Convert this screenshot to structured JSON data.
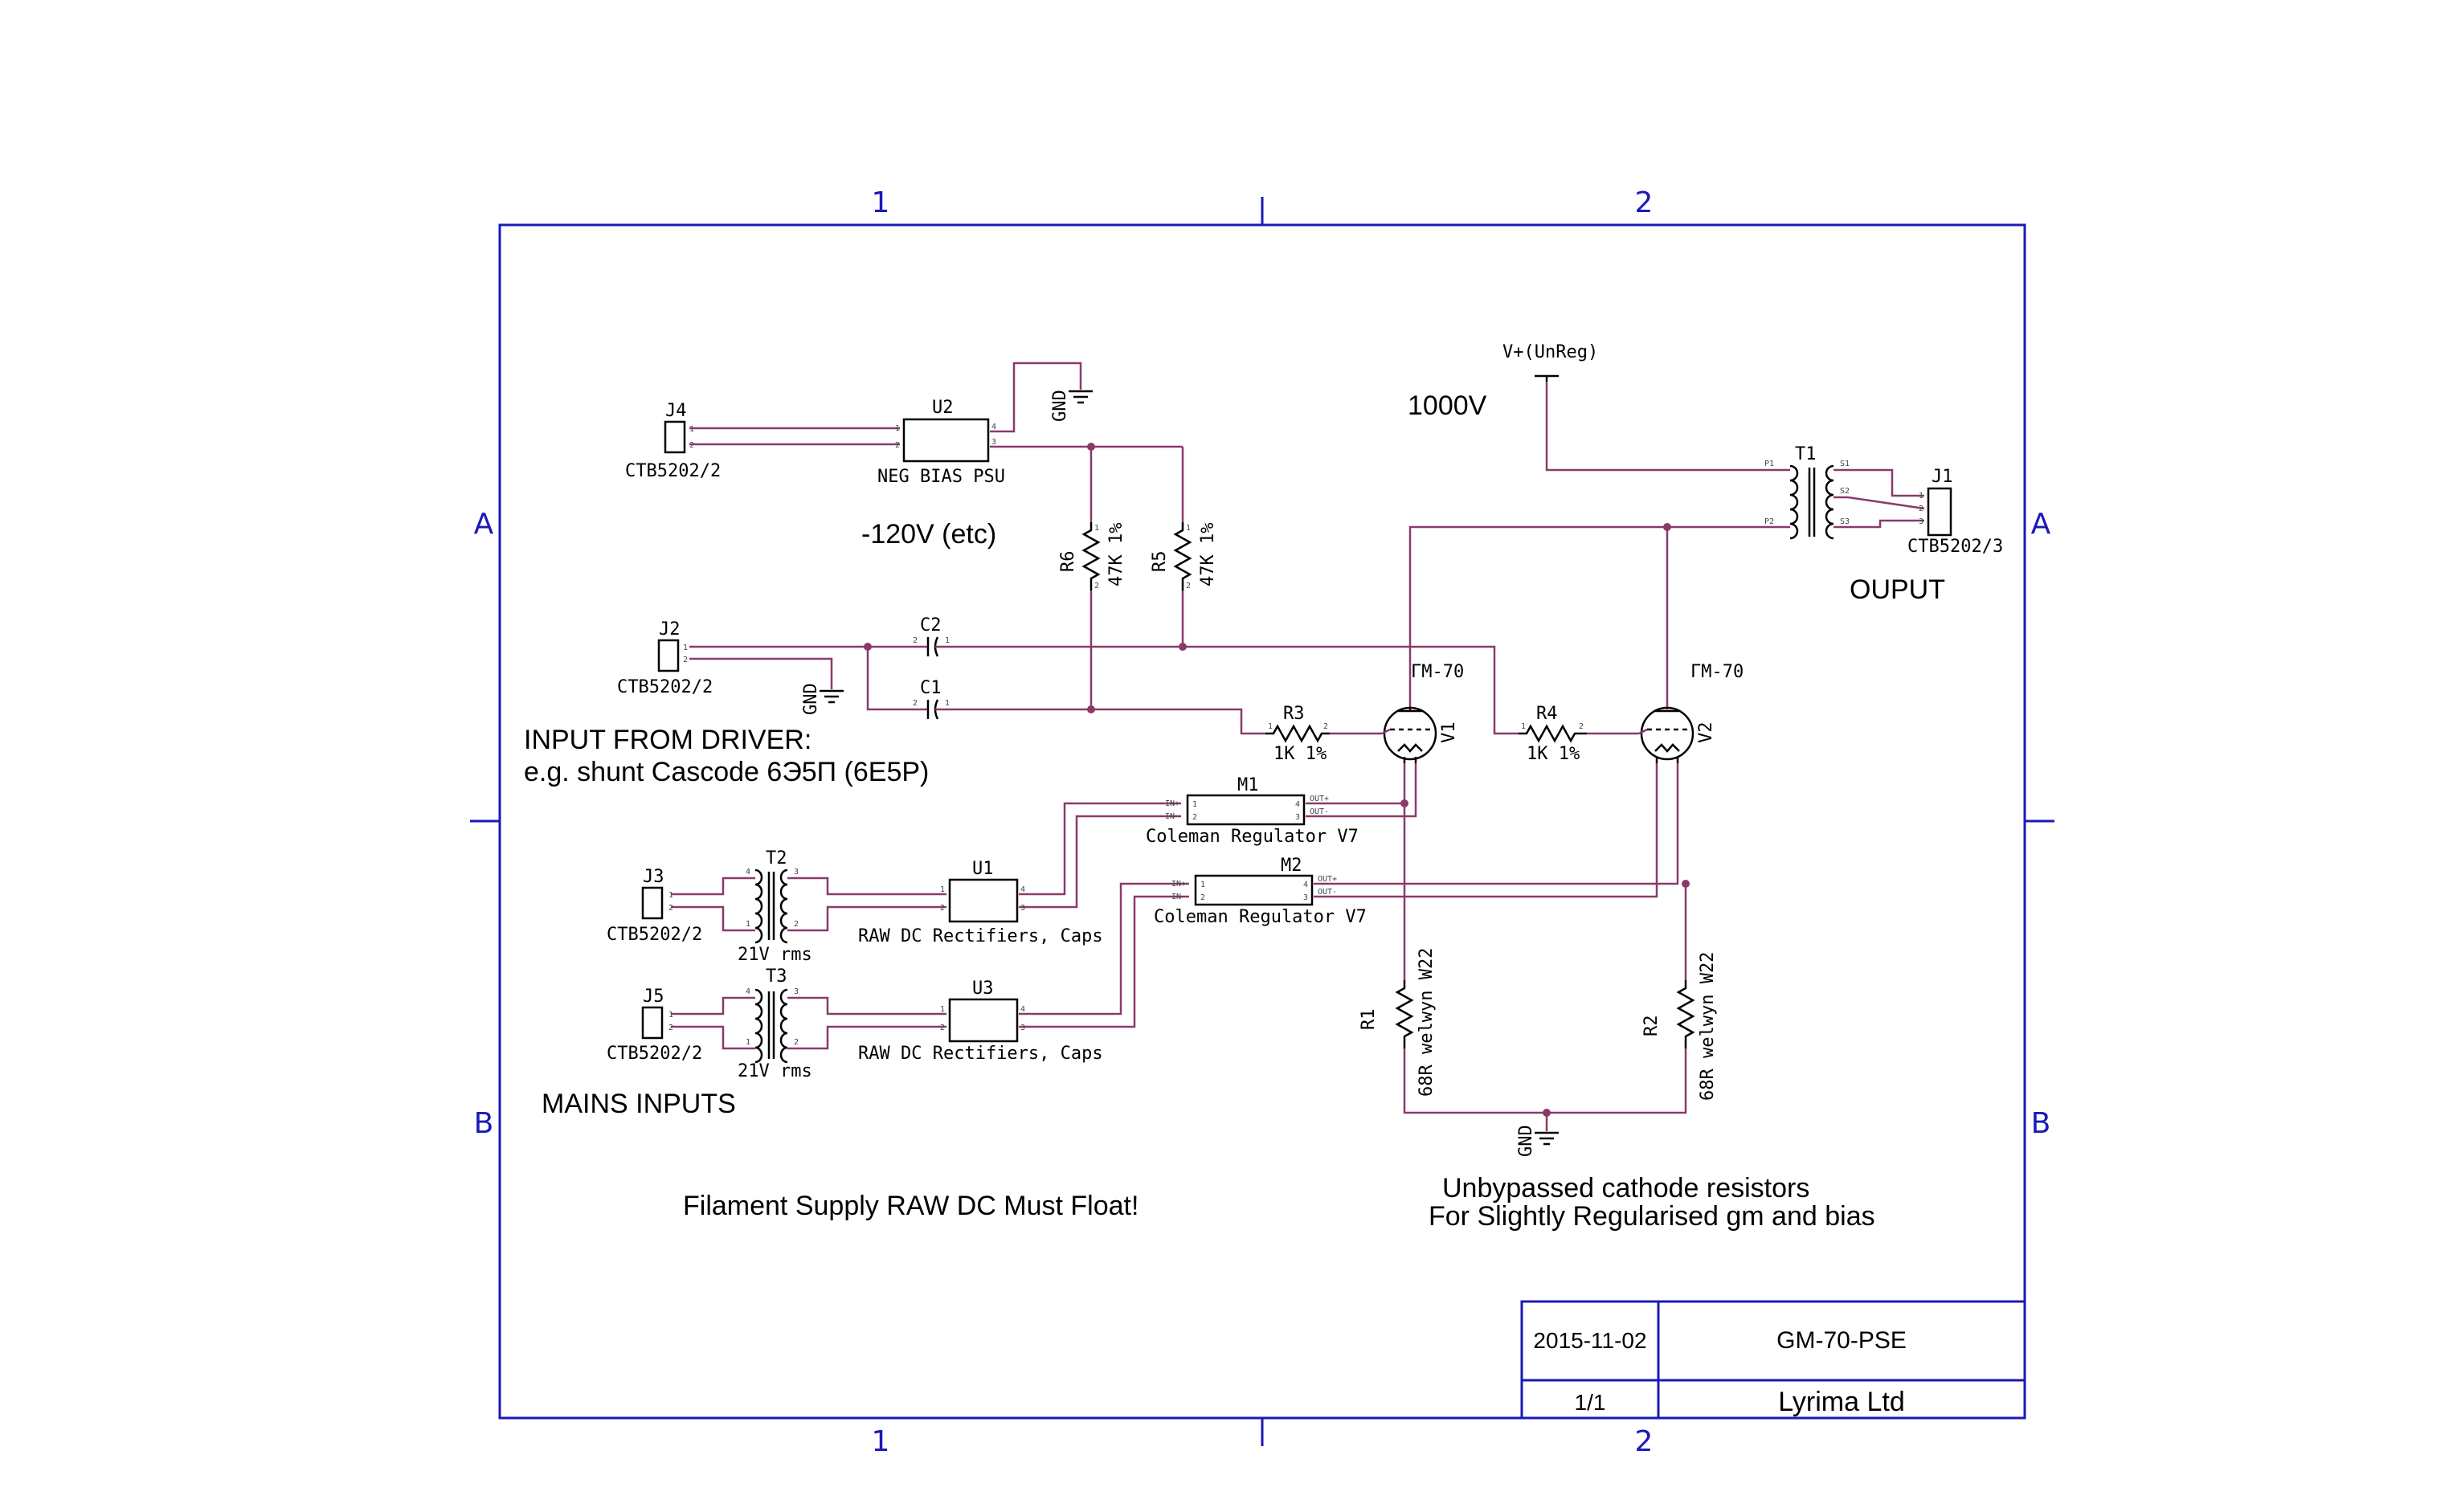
{
  "frame": {
    "columns": [
      "1",
      "2"
    ],
    "rows": [
      "A",
      "B"
    ]
  },
  "title_block": {
    "date": "2015-11-02",
    "title": "GM-70-PSE",
    "sheet": "1/1",
    "company": "Lyrima Ltd"
  },
  "notes": {
    "hv": "1000V",
    "bias": "-120V (etc)",
    "output": "OUPUT",
    "input_line1": "INPUT FROM DRIVER:",
    "input_line2": "e.g. shunt Cascode 6Э5П (6E5P)",
    "mains": "MAINS INPUTS",
    "filament": "Filament Supply RAW DC Must Float!",
    "cathode_line1": "Unbypassed cathode resistors",
    "cathode_line2": "For Slightly Regularised gm and bias"
  },
  "components": {
    "j4": {
      "ref": "J4",
      "value": "CTB5202/2"
    },
    "j2": {
      "ref": "J2",
      "value": "CTB5202/2"
    },
    "j3": {
      "ref": "J3",
      "value": "CTB5202/2"
    },
    "j5": {
      "ref": "J5",
      "value": "CTB5202/2"
    },
    "j1": {
      "ref": "J1",
      "value": "CTB5202/3"
    },
    "u2": {
      "ref": "U2",
      "value": "NEG BIAS PSU"
    },
    "u1": {
      "ref": "U1",
      "value": "RAW DC Rectifiers, Caps"
    },
    "u3": {
      "ref": "U3",
      "value": "RAW DC Rectifiers, Caps"
    },
    "m1": {
      "ref": "M1",
      "value": "Coleman Regulator V7"
    },
    "m2": {
      "ref": "M2",
      "value": "Coleman Regulator V7"
    },
    "t1": {
      "ref": "T1"
    },
    "t2": {
      "ref": "T2",
      "value": "21V rms"
    },
    "t3": {
      "ref": "T3",
      "value": "21V rms"
    },
    "c1": {
      "ref": "C1"
    },
    "c2": {
      "ref": "C2"
    },
    "r1": {
      "ref": "R1",
      "value": "68R welwyn W22"
    },
    "r2": {
      "ref": "R2",
      "value": "68R welwyn W22"
    },
    "r3": {
      "ref": "R3",
      "value": "1K 1%"
    },
    "r4": {
      "ref": "R4",
      "value": "1K 1%"
    },
    "r5": {
      "ref": "R5",
      "value": "47K 1%"
    },
    "r6": {
      "ref": "R6",
      "value": "47K 1%"
    },
    "v1": {
      "ref": "V1",
      "value": "ГМ-70"
    },
    "v2": {
      "ref": "V2",
      "value": "ГМ-70"
    },
    "vplus": {
      "value": "V+(UnReg)"
    },
    "gnd": {
      "value": "GND"
    }
  },
  "pins": {
    "p1": "1",
    "p2": "2",
    "p3": "3",
    "p4": "4",
    "in_plus": "IN+",
    "in_minus": "IN-",
    "out_plus": "OUT+",
    "out_minus": "OUT-",
    "tp1": "P1",
    "tp2": "P2",
    "ts1": "S1",
    "ts2": "S2",
    "ts3": "S3"
  },
  "colors": {
    "frame": "#1a1ab8",
    "wire": "#8a3a6a",
    "symbol": "#000000"
  }
}
